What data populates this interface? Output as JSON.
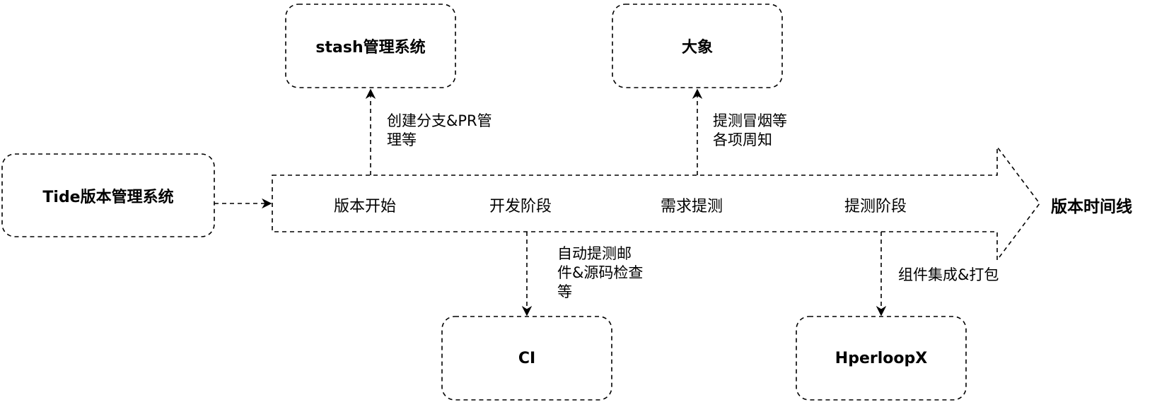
{
  "nodes": {
    "tide": "Tide版本管理系统",
    "stash": "stash管理系统",
    "daxiang": "大象",
    "ci": "CI",
    "hyperloop": "HperloopX"
  },
  "timeline": {
    "label": "版本时间线",
    "stages": [
      "版本开始",
      "开发阶段",
      "需求提测",
      "提测阶段"
    ]
  },
  "edges": {
    "to_stash": [
      "创建分支&PR管",
      "理等"
    ],
    "to_daxiang": [
      "提测冒烟等",
      "各项周知"
    ],
    "to_ci": [
      "自动提测邮",
      "件&源码检查",
      "等"
    ],
    "to_hyperloop": [
      "组件集成&打包"
    ]
  }
}
